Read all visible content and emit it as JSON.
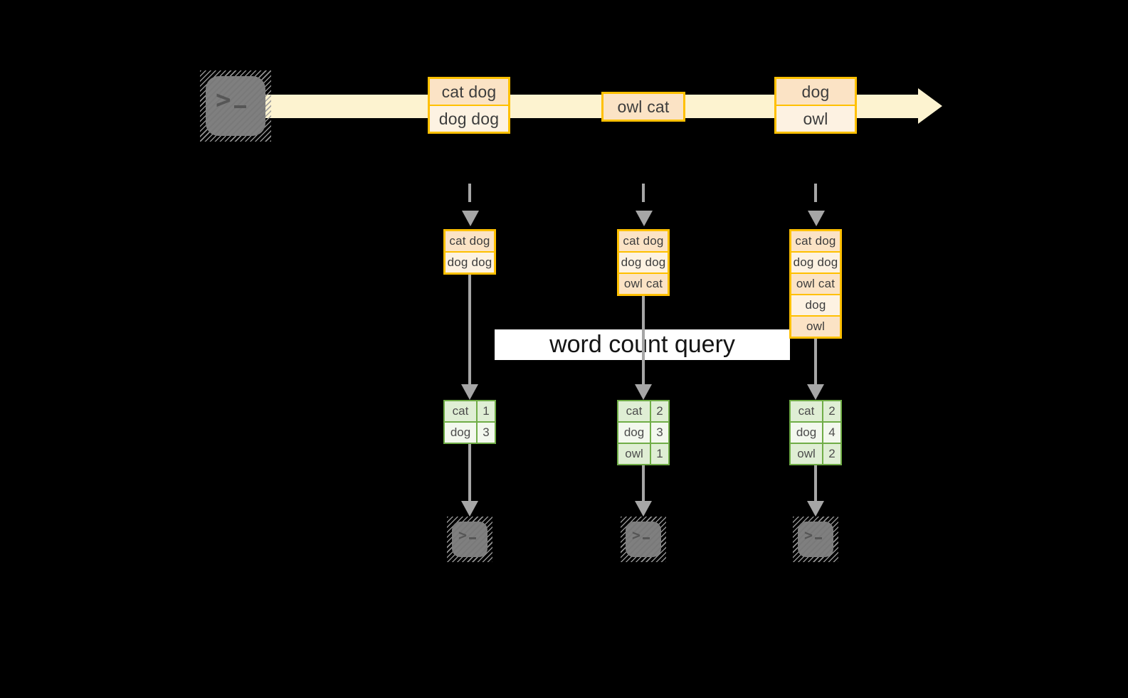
{
  "diagram": {
    "query_label": "word count query",
    "stream_events": [
      {
        "lines": [
          "cat dog",
          "dog dog"
        ]
      },
      {
        "lines": [
          "owl cat"
        ]
      },
      {
        "lines": [
          "dog",
          "owl"
        ]
      }
    ],
    "state_buffers": [
      {
        "lines": [
          "cat dog",
          "dog dog"
        ]
      },
      {
        "lines": [
          "cat dog",
          "dog dog",
          "owl cat"
        ]
      },
      {
        "lines": [
          "cat dog",
          "dog dog",
          "owl cat",
          "dog",
          "owl"
        ]
      }
    ],
    "count_tables": [
      {
        "rows": [
          [
            "cat",
            "1"
          ],
          [
            "dog",
            "3"
          ]
        ]
      },
      {
        "rows": [
          [
            "cat",
            "2"
          ],
          [
            "dog",
            "3"
          ],
          [
            "owl",
            "1"
          ]
        ]
      },
      {
        "rows": [
          [
            "cat",
            "2"
          ],
          [
            "dog",
            "4"
          ],
          [
            "owl",
            "2"
          ]
        ]
      }
    ],
    "colors": {
      "background": "#000000",
      "stream_fill": "#fdf3d0",
      "event_border": "#ffc000",
      "event_fill_dark": "#fbe3c5",
      "event_fill_light": "#fdf2e2",
      "table_border": "#70ad47",
      "table_fill_dark": "#dfeed4",
      "table_fill_light": "#f3f8ee",
      "arrow_gray": "#a6a6a6",
      "terminal_gray": "#7f7f7f",
      "label_bg": "#ffffff"
    }
  }
}
